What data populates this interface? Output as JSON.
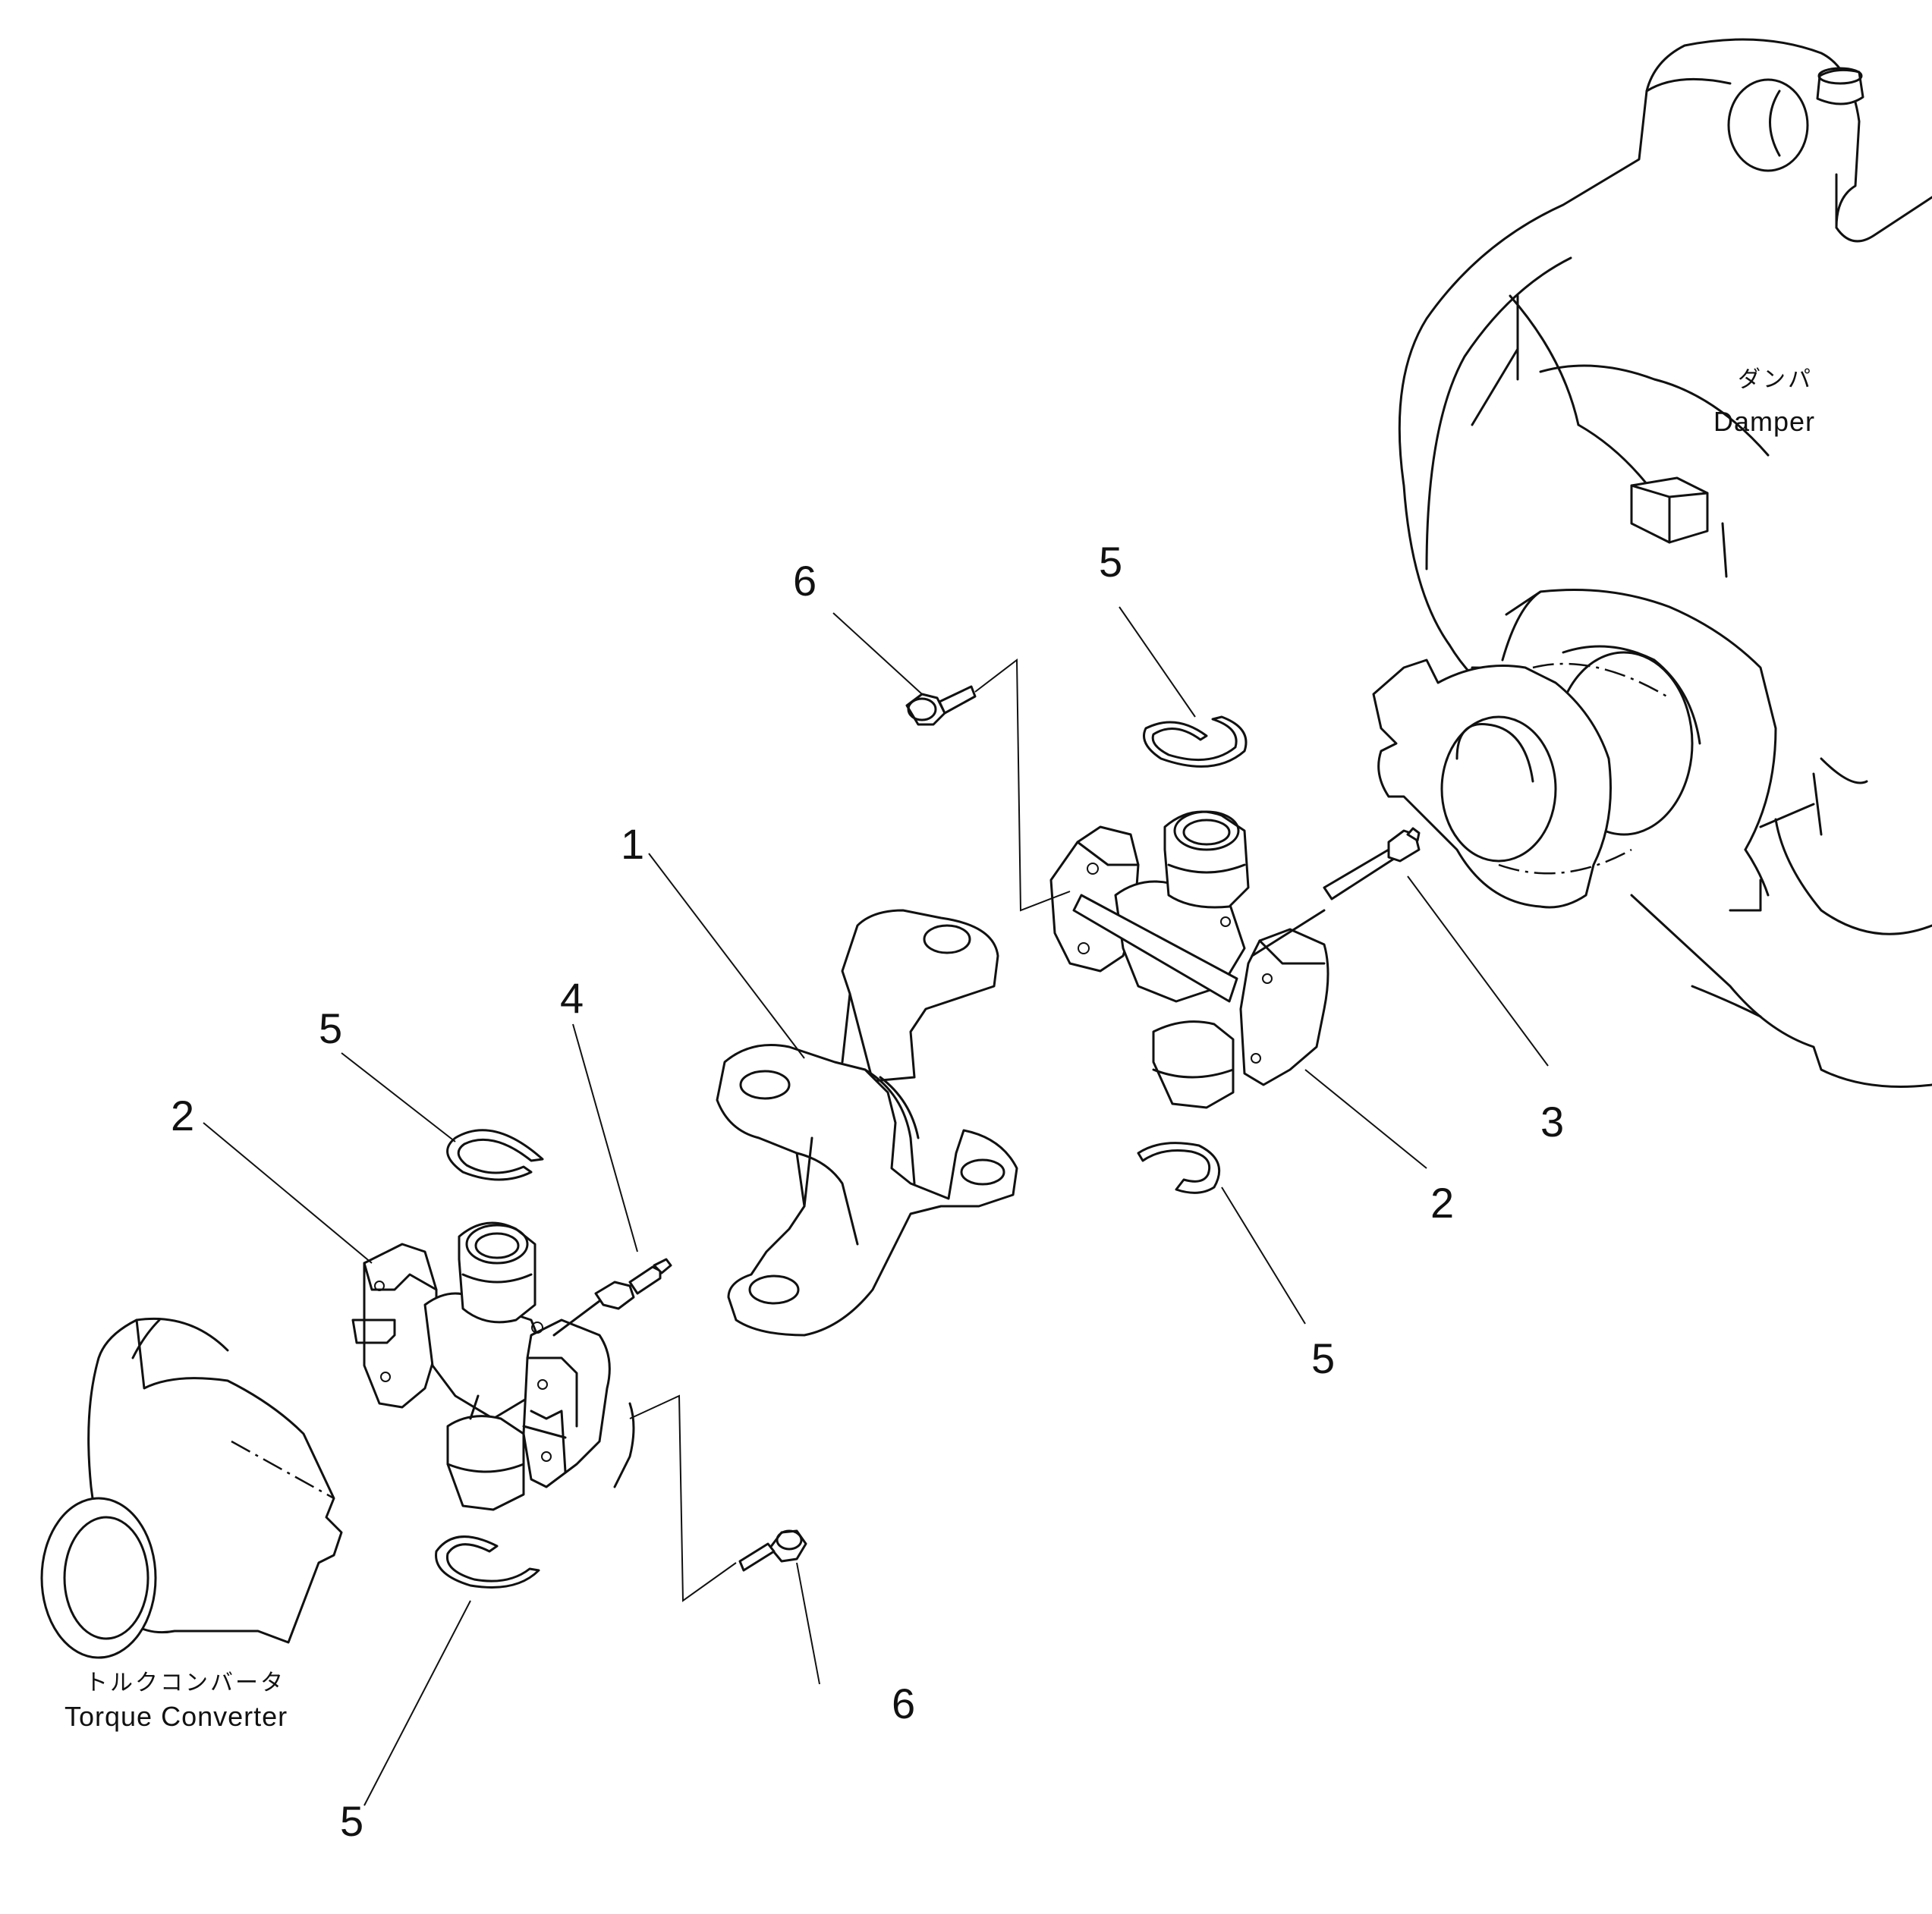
{
  "labels": {
    "damper_jp": "ダンパ",
    "damper_en": "Damper",
    "torque_converter_jp": "トルクコンバータ",
    "torque_converter_en": "Torque Converter"
  },
  "callouts": {
    "yoke": "1",
    "spider_left": "2",
    "spider_right": "2",
    "grease_fitting_long": "3",
    "grease_fitting_short": "4",
    "snap_ring_left_top": "5",
    "snap_ring_left_bottom": "5",
    "snap_ring_right_top": "5",
    "snap_ring_right_bottom": "5",
    "bolt_top": "6",
    "bolt_bottom": "6"
  }
}
